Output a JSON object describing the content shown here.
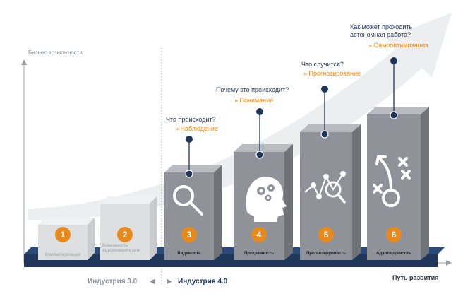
{
  "axis": {
    "y_label": "Бизнес возможности",
    "x_label": "Путь развития"
  },
  "eras": {
    "industry3": "Индустрия 3.0",
    "industry4": "Индустрия 4.0"
  },
  "stages": [
    {
      "number": "1",
      "label": "Компьютеризация"
    },
    {
      "number": "2",
      "label": "Возможность подключения к сети"
    },
    {
      "number": "3",
      "label": "Видимость",
      "question": "Что происходит?",
      "answer": "» Наблюдение"
    },
    {
      "number": "4",
      "label": "Прозрачность",
      "question": "Почему это происходит?",
      "answer": "» Понимание"
    },
    {
      "number": "5",
      "label": "Прогнозируемость",
      "question": "Что случится?",
      "answer": "» Прогнозирование"
    },
    {
      "number": "6",
      "label": "Адаптируемость",
      "question_line1": "Как может проходить",
      "question_line2": "автономная работа?",
      "answer": "» Самооптимизация"
    }
  ],
  "icons": [
    "magnifier-icon",
    "head-gears-icon",
    "network-graph-icon",
    "strategy-play-icon"
  ],
  "colors": {
    "navy": "#1f3559",
    "orange": "#e8891c",
    "gray_bar": "#8f9399",
    "light_bar": "#d9dadc"
  }
}
